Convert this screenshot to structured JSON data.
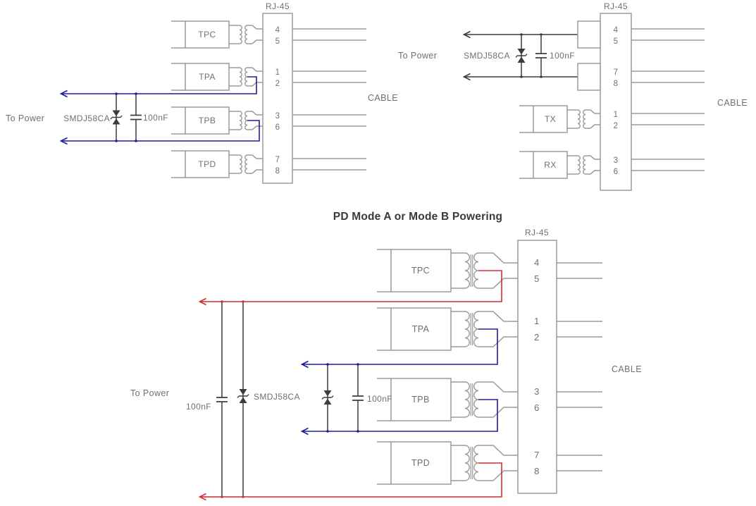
{
  "labels": {
    "rj45": "RJ-45",
    "cable": "CABLE",
    "to_power": "To Power",
    "tvs": "SMDJ58CA",
    "cap": "100nF"
  },
  "top_left": {
    "blocks": [
      "TPC",
      "TPA",
      "TPB",
      "TPD"
    ],
    "pin_pairs": [
      [
        "4",
        "5"
      ],
      [
        "1",
        "2"
      ],
      [
        "3",
        "6"
      ],
      [
        "7",
        "8"
      ]
    ]
  },
  "top_right": {
    "blocks": [
      "TX",
      "RX"
    ],
    "pin_pairs": [
      [
        "4",
        "5"
      ],
      [
        "7",
        "8"
      ],
      [
        "1",
        "2"
      ],
      [
        "3",
        "6"
      ]
    ]
  },
  "bottom": {
    "title": "PD Mode A or Mode B Powering",
    "blocks": [
      "TPC",
      "TPA",
      "TPB",
      "TPD"
    ],
    "pin_pairs": [
      [
        "4",
        "5"
      ],
      [
        "1",
        "2"
      ],
      [
        "3",
        "6"
      ],
      [
        "7",
        "8"
      ]
    ]
  },
  "symbols": {
    "transformer": "transformer-coil",
    "tvs": "bidirectional-tvs-diode",
    "capacitor": "capacitor",
    "arrow": "left-arrow"
  },
  "colors": {
    "wire": "#9a9a9a",
    "component": "#3c3c3c",
    "text": "#6f6f6f",
    "blue": "#1d1d99",
    "red": "#cf2f2f",
    "title_text": "#3a3a3a",
    "background": "#ffffff"
  }
}
